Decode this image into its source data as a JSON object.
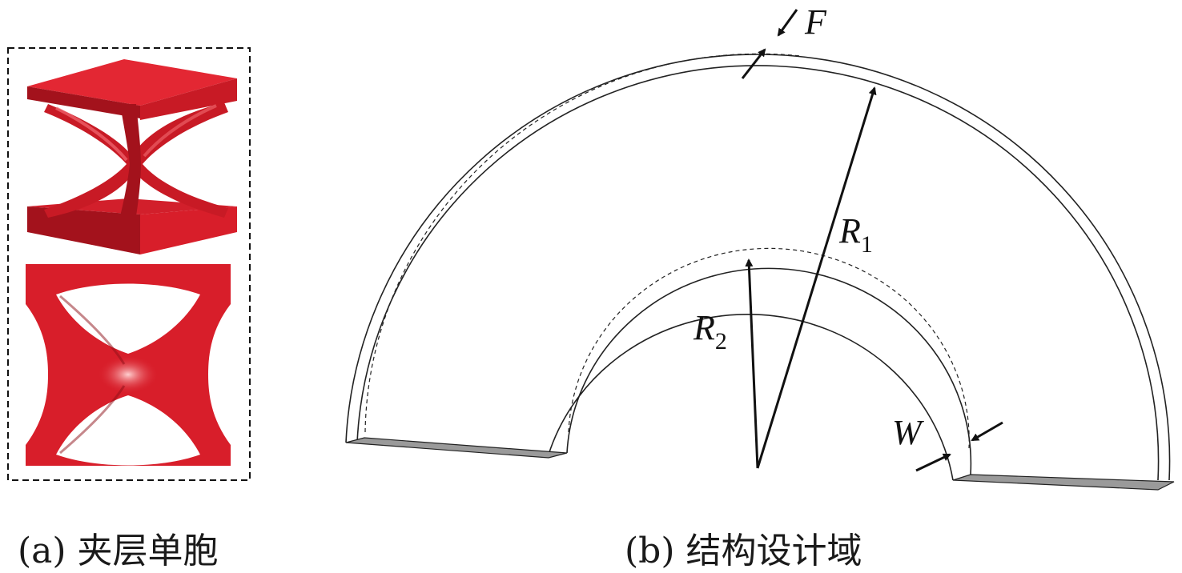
{
  "captions": {
    "a": "(a) 夹层单胞",
    "b": "(b) 结构设计域"
  },
  "labels": {
    "F": "F",
    "W": "W",
    "R1_main": "R",
    "R1_sub": "1",
    "R2_main": "R",
    "R2_sub": "2"
  },
  "colors": {
    "cell_red": "#d81e2a",
    "cell_dark": "#8e0f18",
    "cell_light": "#f03a45",
    "line": "#222222",
    "base_gray": "#9a9a9a"
  }
}
